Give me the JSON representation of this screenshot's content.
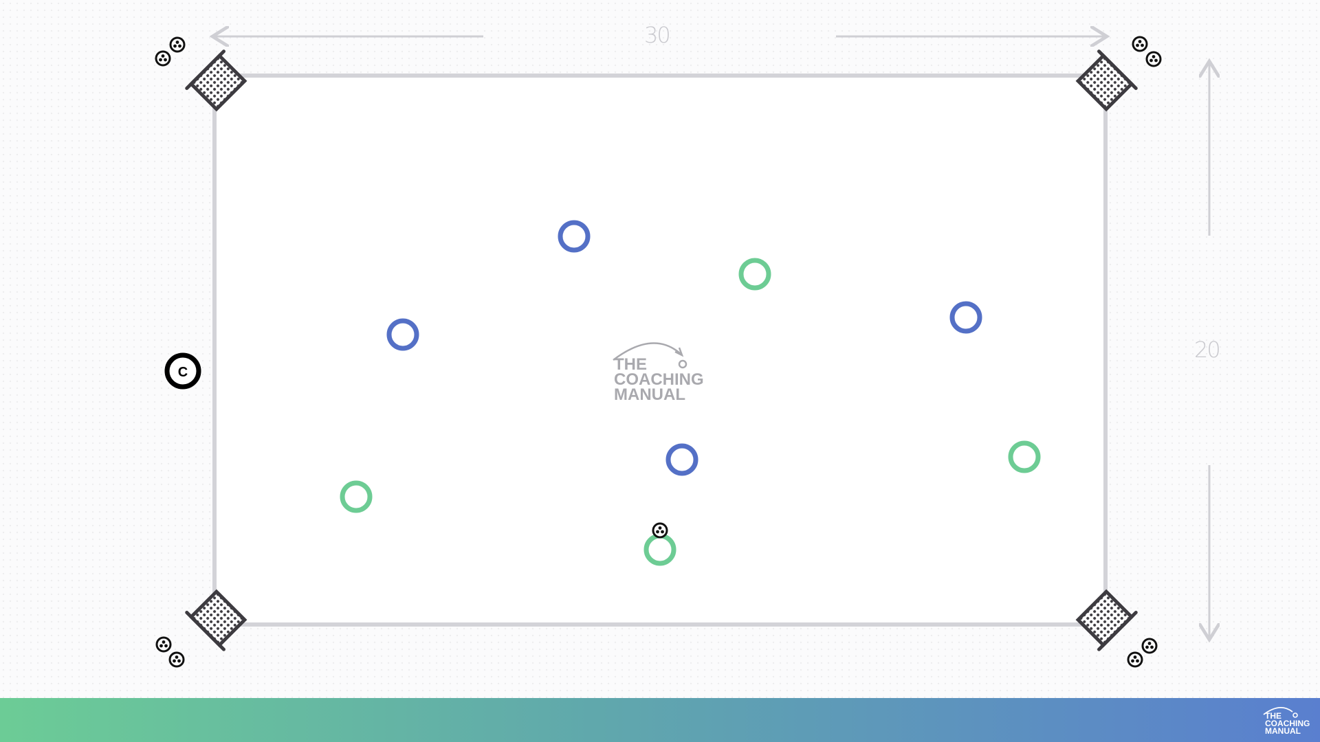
{
  "diagram": {
    "dimensions": {
      "width_label": "30",
      "height_label": "20"
    },
    "coach": {
      "label": "C"
    },
    "watermark": {
      "line1": "THE",
      "line2": "COACHING",
      "line3": "MANUAL"
    },
    "footer_logo": {
      "line1": "THE",
      "line2": "COACHING",
      "line3": "MANUAL"
    },
    "team_blue": {
      "color": "#5470c6",
      "count": 4
    },
    "team_green": {
      "color": "#6dcc94",
      "count": 4
    },
    "goals": 4,
    "ball_piles": 4,
    "colors": {
      "pitch_line": "#d3d3d8",
      "goal": "#3d3b40",
      "coach": "#000000"
    }
  }
}
